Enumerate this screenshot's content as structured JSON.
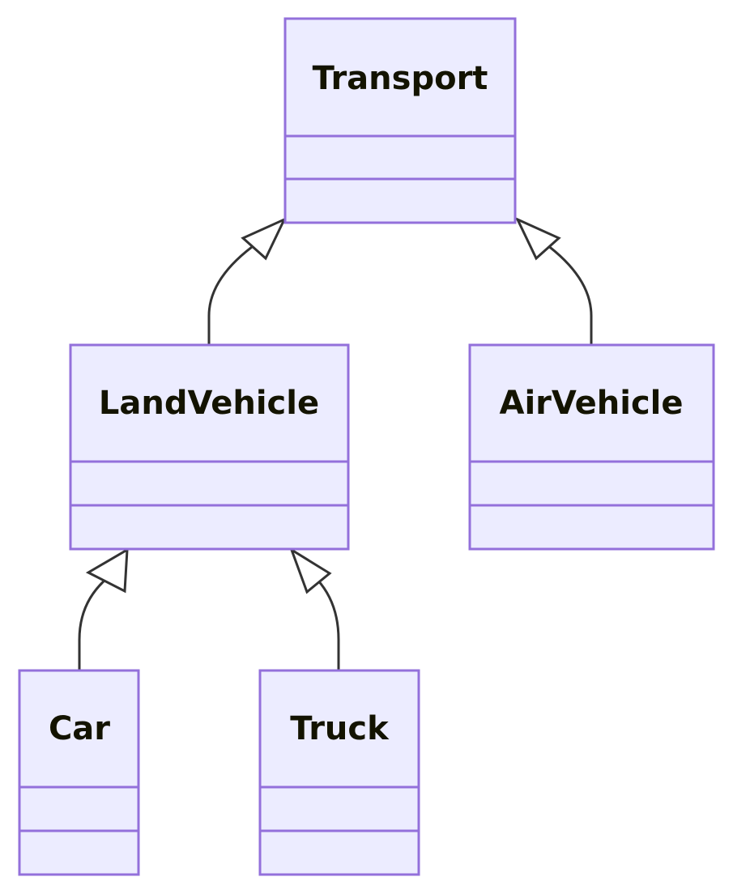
{
  "diagram": {
    "type": "class-diagram",
    "classes": {
      "transport": {
        "name": "Transport"
      },
      "land_vehicle": {
        "name": "LandVehicle"
      },
      "air_vehicle": {
        "name": "AirVehicle"
      },
      "car": {
        "name": "Car"
      },
      "truck": {
        "name": "Truck"
      }
    },
    "relations": [
      {
        "from": "LandVehicle",
        "to": "Transport",
        "type": "inheritance"
      },
      {
        "from": "AirVehicle",
        "to": "Transport",
        "type": "inheritance"
      },
      {
        "from": "Car",
        "to": "LandVehicle",
        "type": "inheritance"
      },
      {
        "from": "Truck",
        "to": "LandVehicle",
        "type": "inheritance"
      }
    ]
  },
  "colors": {
    "box_fill": "#ECECFF",
    "box_stroke": "#9370DB",
    "edge_stroke": "#333333",
    "title_text": "#131300"
  }
}
